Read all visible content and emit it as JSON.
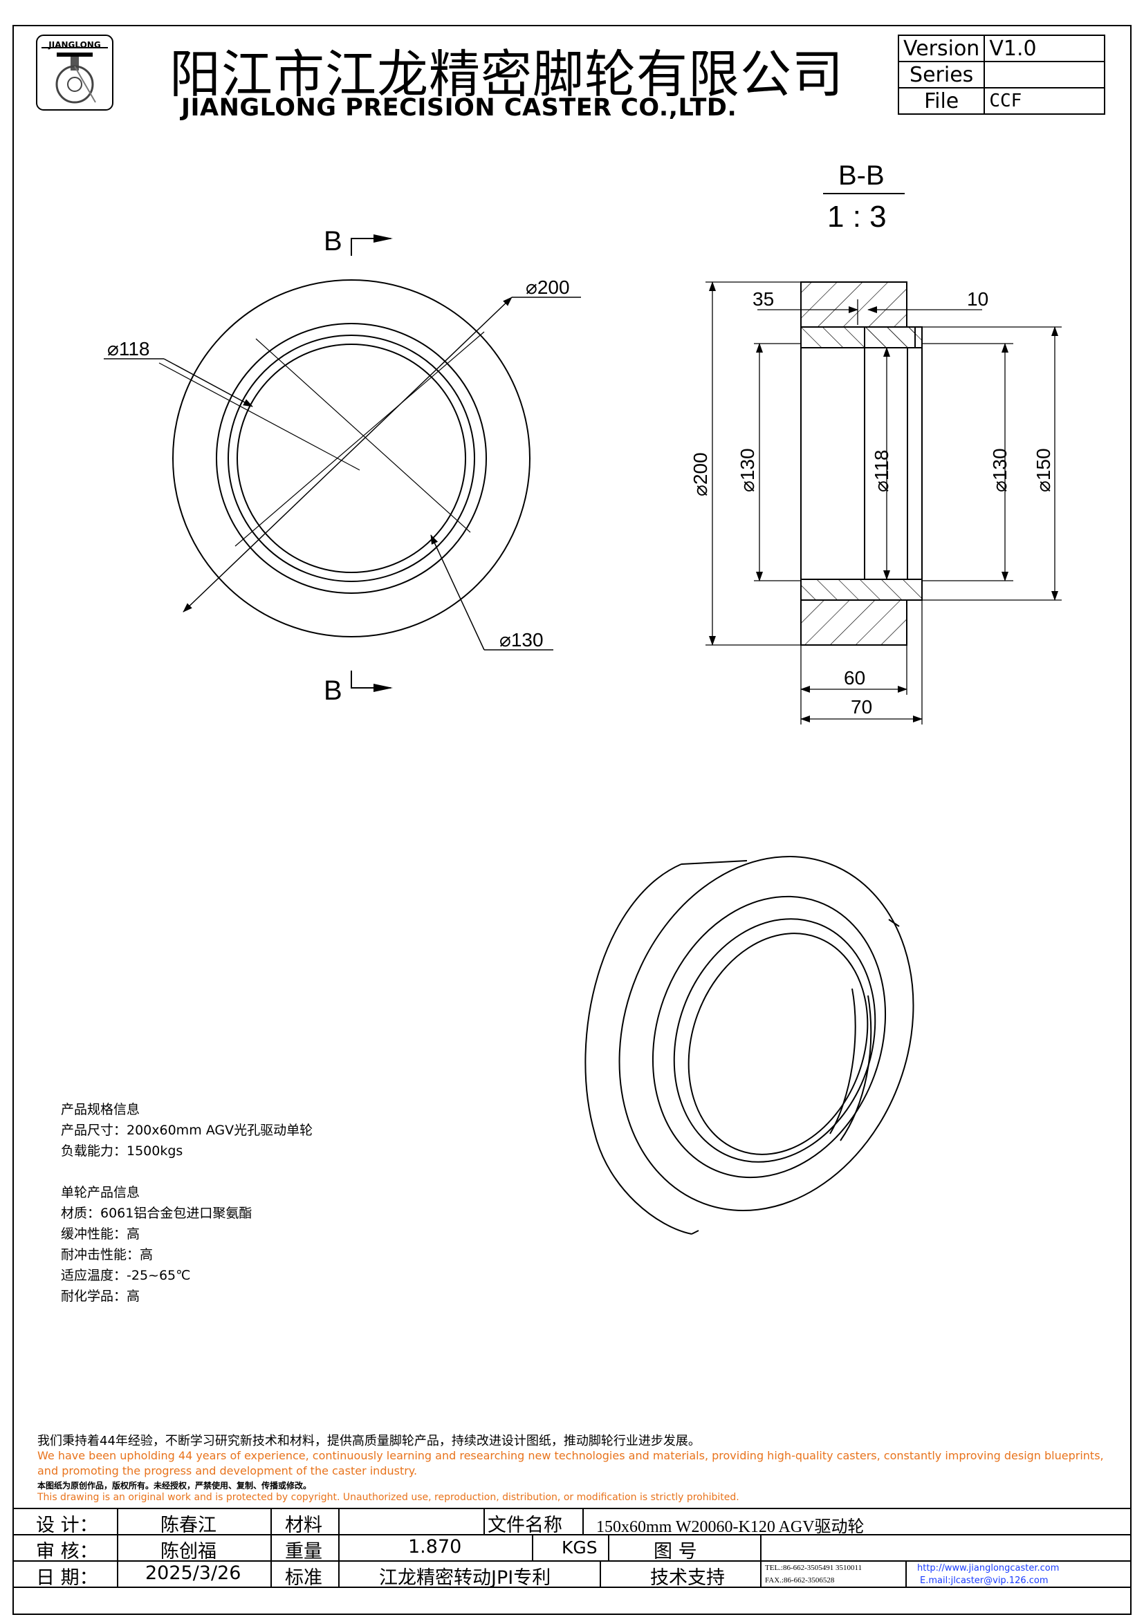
{
  "header": {
    "logo_label": "JIANGLONG",
    "title_cn": "阳江市江龙精密脚轮有限公司",
    "title_en": "JIANGLONG PRECISION CASTER CO.,LTD."
  },
  "version_table": {
    "rows": [
      {
        "label": "Version",
        "value": "V1.0"
      },
      {
        "label": "Series",
        "value": ""
      },
      {
        "label": "File",
        "value": "CCF"
      }
    ]
  },
  "front_view": {
    "section_marker": "B",
    "dims": {
      "d200": "200",
      "d118": "118",
      "d130": "130"
    }
  },
  "section_view": {
    "title": "B-B",
    "scale": "1 : 3",
    "dims": {
      "top_left": "35",
      "top_right": "10",
      "d200": "200",
      "d130_left": "130",
      "d118": "118",
      "d130_right": "130",
      "d150": "150",
      "w60": "60",
      "w70": "70"
    }
  },
  "specs": {
    "product_heading": "产品规格信息",
    "size": "产品尺寸：200x60mm AGV光孔驱动单轮",
    "load": "负载能力：1500kgs",
    "wheel_heading": "单轮产品信息",
    "material": "材质：6061铝合金包进口聚氨酯",
    "cushion": "缓冲性能：高",
    "impact": "耐冲击性能：高",
    "temp": "适应温度：-25~65℃",
    "chemical": "耐化学品：高"
  },
  "notes": {
    "cn_statement": "我们秉持着44年经验，不断学习研究新技术和材料，提供高质量脚轮产品，持续改进设计图纸，推动脚轮行业进步发展。",
    "en_statement_1": "We have been upholding 44 years of experience, continuously learning and researching new technologies and materials, providing high-quality casters, constantly improving design blueprints,",
    "en_statement_2": "and promoting the progress and development of the caster industry.",
    "cn_copyright": "本图纸为原创作品，版权所有。未经授权，严禁使用、复制、传播或修改。",
    "en_copyright": "This drawing is an original work and is protected by copyright. Unauthorized use, reproduction, distribution, or modification is strictly prohibited."
  },
  "title_block": {
    "design_label": "设 计：",
    "design_value": "陈春江",
    "material_label": "材料",
    "material_value": "",
    "filename_label": "文件名称",
    "filename_value": "150x60mm W20060-K120 AGV驱动轮",
    "review_label": "审 核：",
    "review_value": "陈创福",
    "weight_label": "重量",
    "weight_value": "1.870",
    "weight_unit": "KGS",
    "drawing_no_label": "图    号",
    "drawing_no_value": "",
    "date_label": "日 期：",
    "date_value": "2025/3/26",
    "standard_label": "标准",
    "standard_value": "江龙精密转动JPI专利",
    "support_label": "技术支持",
    "tel": "TEL.:86-662-3505491  3510011",
    "fax": "FAX.:86-662-3506528",
    "website": "http://www.jianglongcaster.com",
    "email": "E.mail:jlcaster@vip.126.com"
  }
}
